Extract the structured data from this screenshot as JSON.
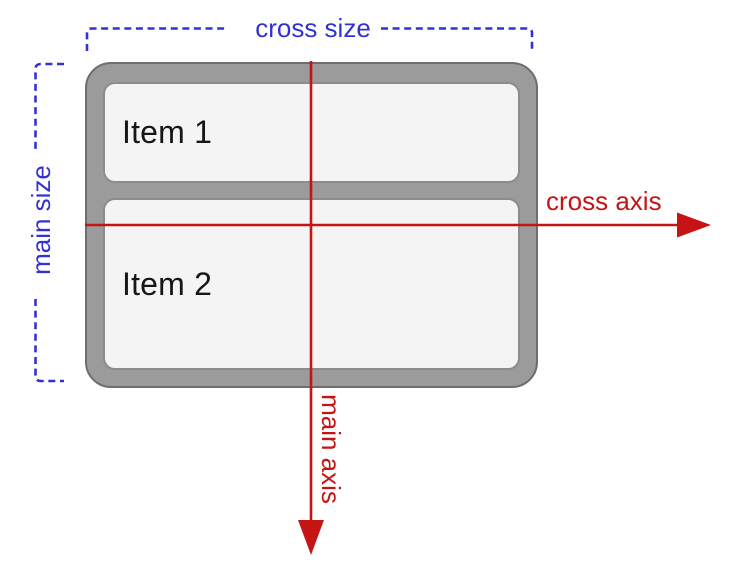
{
  "labels": {
    "cross_size": "cross size",
    "main_size": "main size",
    "cross_axis": "cross axis",
    "main_axis": "main axis"
  },
  "container": {
    "items": [
      {
        "label": "Item 1"
      },
      {
        "label": "Item 2"
      }
    ]
  },
  "colors": {
    "axis_red": "#c61414",
    "size_blue": "#3232d2",
    "container_fill": "#9b9b9b",
    "container_outline": "#6e6e6e",
    "item_fill": "#f4f4f4",
    "item_outline": "#8c8c8c",
    "item_text": "#161616"
  }
}
